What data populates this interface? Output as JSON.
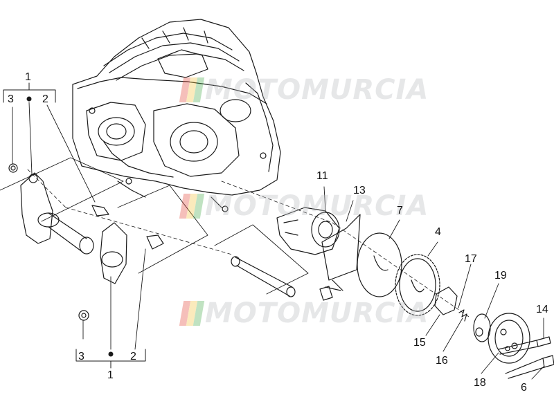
{
  "watermark": {
    "text": "MOTOMURCIA",
    "flag_colors": [
      "#e34a3b",
      "#f4c542",
      "#4caf50"
    ]
  },
  "callouts": {
    "1_top": "1",
    "3_top": "3",
    "2_top": "2",
    "3_bot": "3",
    "2_bot": "2",
    "1_bot": "1",
    "11": "11",
    "13": "13",
    "7": "7",
    "4": "4",
    "17": "17",
    "19": "19",
    "14": "14",
    "15": "15",
    "16": "16",
    "18": "18",
    "6": "6"
  },
  "colors": {
    "line": "#1a1a1a",
    "background": "#ffffff"
  }
}
